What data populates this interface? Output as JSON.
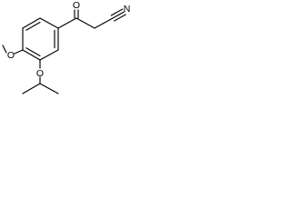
{
  "structure": {
    "atom_labels": {
      "carbonyl_oxygen": "O",
      "nitrile_nitrogen": "N",
      "methoxy": "O",
      "isopropoxy_oxygen": "O"
    }
  }
}
